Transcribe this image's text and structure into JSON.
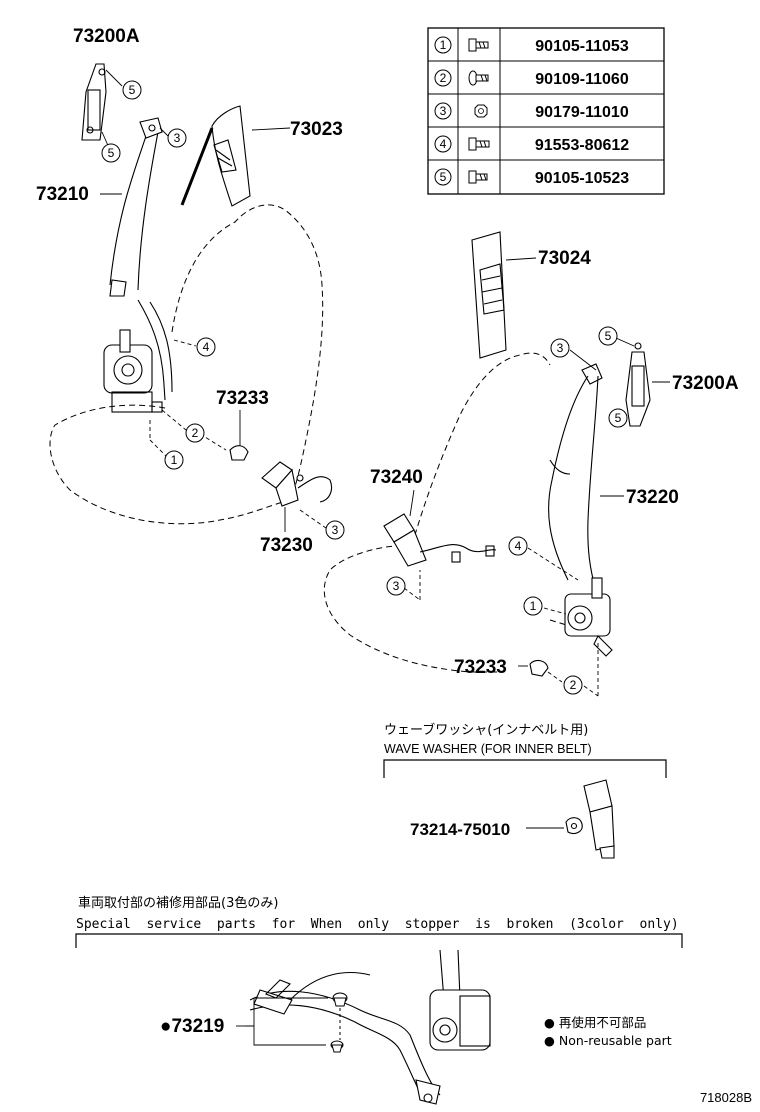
{
  "figure_number": "718028B",
  "fastener_table": {
    "rows": [
      {
        "ref": "1",
        "part_number": "90105-11053",
        "icon": "bolt-icon"
      },
      {
        "ref": "2",
        "part_number": "90109-11060",
        "icon": "bolt-icon"
      },
      {
        "ref": "3",
        "part_number": "90179-11010",
        "icon": "nut-icon"
      },
      {
        "ref": "4",
        "part_number": "91553-80612",
        "icon": "bolt-icon"
      },
      {
        "ref": "5",
        "part_number": "90105-10523",
        "icon": "bolt-icon"
      }
    ]
  },
  "parts": {
    "adjuster_left": "73200A",
    "adjuster_right": "73200A",
    "pillar_cover_left": "73023",
    "pillar_cover_right": "73024",
    "belt_left": "73210",
    "belt_right": "73220",
    "stopper_left": "73233",
    "stopper_right": "73233",
    "buckle_left": "73230",
    "buckle_right": "73240"
  },
  "callouts_left": [
    "5",
    "3",
    "5",
    "4",
    "2",
    "1",
    "3"
  ],
  "callouts_right": [
    "5",
    "3",
    "5",
    "4",
    "3",
    "1",
    "2"
  ],
  "wave_washer": {
    "title_jp": "ウェーブワッシャ(インナベルト用)",
    "title_en": "WAVE WASHER (FOR INNER BELT)",
    "part_number": "73214-75010"
  },
  "special_service": {
    "title_jp": "車両取付部の補修用部品(3色のみ)",
    "title_en": "Special  service  parts  for  When  only  stopper  is  broken  (3color  only)",
    "part_number": "●73219"
  },
  "legend": {
    "line1": "● 再使用不可部品",
    "line2": "● Non-reusable part"
  }
}
